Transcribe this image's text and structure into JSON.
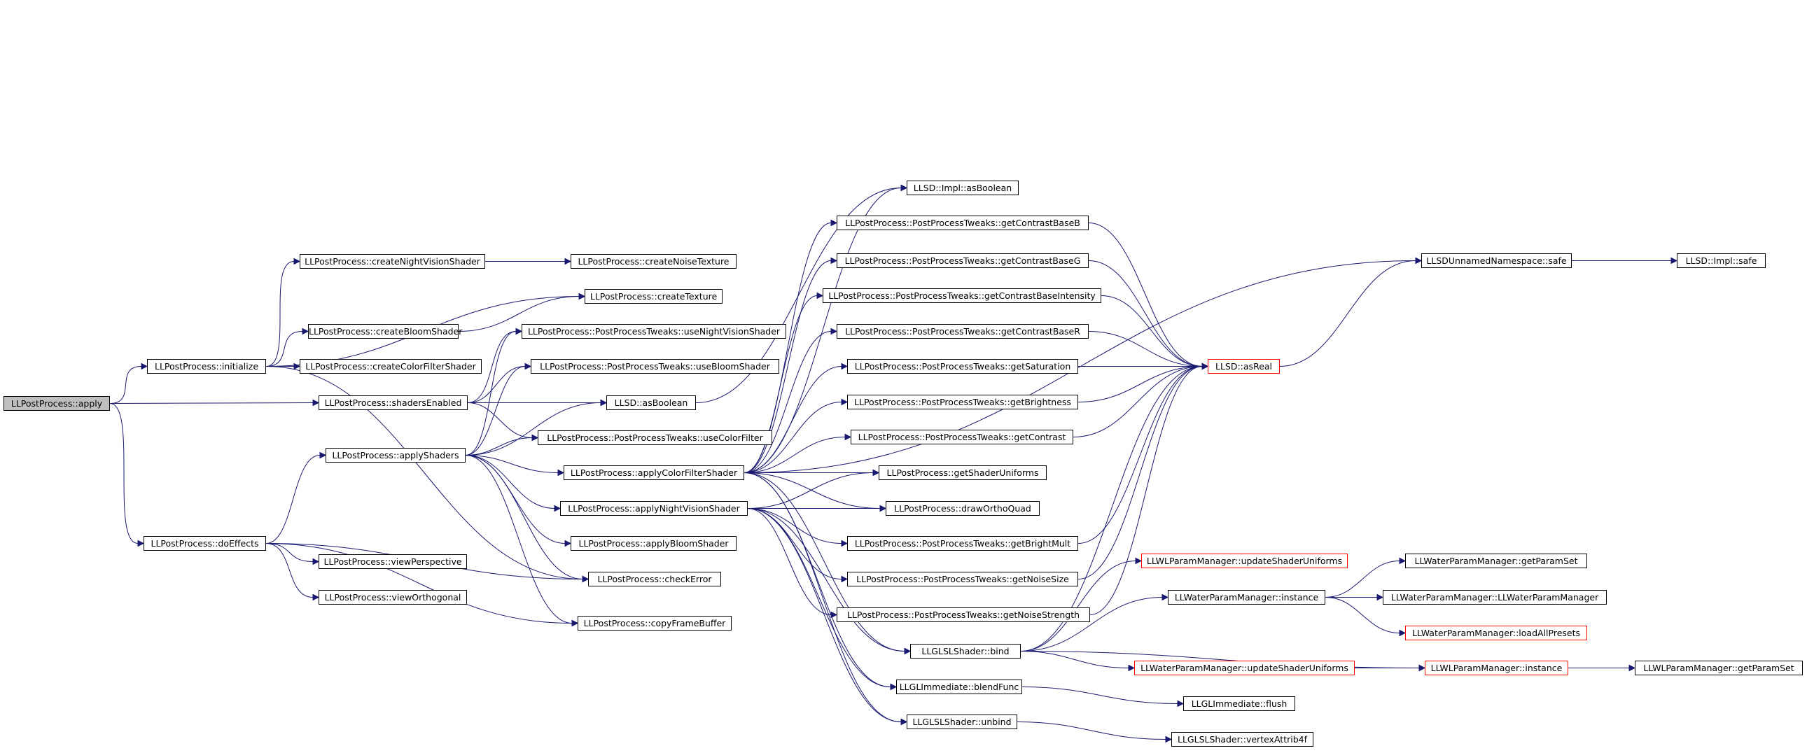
{
  "graph": {
    "edge_color": "#191970",
    "truncated_border_color": "#ff0000",
    "root_fill_color": "#bfbfbf",
    "nodes": [
      {
        "id": "apply",
        "label": "LLPostProcess::apply",
        "root": true
      },
      {
        "id": "initialize",
        "label": "LLPostProcess::initialize"
      },
      {
        "id": "shadersEnabled",
        "label": "LLPostProcess::shadersEnabled"
      },
      {
        "id": "doEffects",
        "label": "LLPostProcess::doEffects"
      },
      {
        "id": "createNightVisionShader",
        "label": "LLPostProcess::createNightVisionShader"
      },
      {
        "id": "createNoiseTexture",
        "label": "LLPostProcess::createNoiseTexture"
      },
      {
        "id": "createTexture",
        "label": "LLPostProcess::createTexture"
      },
      {
        "id": "createBloomShader",
        "label": "LLPostProcess::createBloomShader"
      },
      {
        "id": "createColorFilterShader",
        "label": "LLPostProcess::createColorFilterShader"
      },
      {
        "id": "useNightVisionShader",
        "label": "LLPostProcess::PostProcessTweaks::useNightVisionShader"
      },
      {
        "id": "useBloomShader",
        "label": "LLPostProcess::PostProcessTweaks::useBloomShader"
      },
      {
        "id": "asBoolean",
        "label": "LLSD::asBoolean"
      },
      {
        "id": "useColorFilter",
        "label": "LLPostProcess::PostProcessTweaks::useColorFilter"
      },
      {
        "id": "applyShaders",
        "label": "LLPostProcess::applyShaders"
      },
      {
        "id": "applyColorFilterShader",
        "label": "LLPostProcess::applyColorFilterShader"
      },
      {
        "id": "applyNightVisionShader",
        "label": "LLPostProcess::applyNightVisionShader"
      },
      {
        "id": "applyBloomShader",
        "label": "LLPostProcess::applyBloomShader"
      },
      {
        "id": "checkError",
        "label": "LLPostProcess::checkError"
      },
      {
        "id": "copyFrameBuffer",
        "label": "LLPostProcess::copyFrameBuffer"
      },
      {
        "id": "viewPerspective",
        "label": "LLPostProcess::viewPerspective"
      },
      {
        "id": "viewOrthogonal",
        "label": "LLPostProcess::viewOrthogonal"
      },
      {
        "id": "implAsBoolean",
        "label": "LLSD::Impl::asBoolean"
      },
      {
        "id": "getContrastBaseB",
        "label": "LLPostProcess::PostProcessTweaks::getContrastBaseB"
      },
      {
        "id": "getContrastBaseG",
        "label": "LLPostProcess::PostProcessTweaks::getContrastBaseG"
      },
      {
        "id": "getContrastBaseIntensity",
        "label": "LLPostProcess::PostProcessTweaks::getContrastBaseIntensity"
      },
      {
        "id": "getContrastBaseR",
        "label": "LLPostProcess::PostProcessTweaks::getContrastBaseR"
      },
      {
        "id": "getSaturation",
        "label": "LLPostProcess::PostProcessTweaks::getSaturation"
      },
      {
        "id": "getBrightness",
        "label": "LLPostProcess::PostProcessTweaks::getBrightness"
      },
      {
        "id": "getContrast",
        "label": "LLPostProcess::PostProcessTweaks::getContrast"
      },
      {
        "id": "getShaderUniforms",
        "label": "LLPostProcess::getShaderUniforms"
      },
      {
        "id": "drawOrthoQuad",
        "label": "LLPostProcess::drawOrthoQuad"
      },
      {
        "id": "getBrightMult",
        "label": "LLPostProcess::PostProcessTweaks::getBrightMult"
      },
      {
        "id": "getNoiseSize",
        "label": "LLPostProcess::PostProcessTweaks::getNoiseSize"
      },
      {
        "id": "getNoiseStrength",
        "label": "LLPostProcess::PostProcessTweaks::getNoiseStrength"
      },
      {
        "id": "glslBind",
        "label": "LLGLSLShader::bind"
      },
      {
        "id": "blendFunc",
        "label": "LLGLImmediate::blendFunc"
      },
      {
        "id": "glslUnbind",
        "label": "LLGLSLShader::unbind"
      },
      {
        "id": "asReal",
        "label": "LLSD::asReal",
        "truncated": true
      },
      {
        "id": "safe",
        "label": "LLSDUnnamedNamespace::safe"
      },
      {
        "id": "implSafe",
        "label": "LLSD::Impl::safe"
      },
      {
        "id": "wlUpdateShaderUniforms",
        "label": "LLWLParamManager::updateShaderUniforms",
        "truncated": true
      },
      {
        "id": "waterInstance",
        "label": "LLWaterParamManager::instance"
      },
      {
        "id": "waterUpdateShaderUniforms",
        "label": "LLWaterParamManager::updateShaderUniforms",
        "truncated": true
      },
      {
        "id": "flush",
        "label": "LLGLImmediate::flush"
      },
      {
        "id": "vertexAttrib4f",
        "label": "LLGLSLShader::vertexAttrib4f"
      },
      {
        "id": "getParamSet",
        "label": "LLWaterParamManager::getParamSet"
      },
      {
        "id": "waterCtor",
        "label": "LLWaterParamManager::LLWaterParamManager"
      },
      {
        "id": "loadAllPresets",
        "label": "LLWaterParamManager::loadAllPresets",
        "truncated": true
      },
      {
        "id": "wlInstance",
        "label": "LLWLParamManager::instance",
        "truncated": true
      },
      {
        "id": "wlGetParamSet",
        "label": "LLWLParamManager::getParamSet"
      }
    ],
    "edges": [
      [
        "apply",
        "initialize"
      ],
      [
        "apply",
        "shadersEnabled"
      ],
      [
        "apply",
        "doEffects"
      ],
      [
        "initialize",
        "createNightVisionShader"
      ],
      [
        "initialize",
        "createTexture"
      ],
      [
        "initialize",
        "createBloomShader"
      ],
      [
        "initialize",
        "createColorFilterShader"
      ],
      [
        "initialize",
        "checkError"
      ],
      [
        "createNightVisionShader",
        "createNoiseTexture"
      ],
      [
        "createBloomShader",
        "createTexture"
      ],
      [
        "shadersEnabled",
        "useNightVisionShader"
      ],
      [
        "shadersEnabled",
        "useBloomShader"
      ],
      [
        "shadersEnabled",
        "asBoolean"
      ],
      [
        "shadersEnabled",
        "useColorFilter"
      ],
      [
        "doEffects",
        "applyShaders"
      ],
      [
        "doEffects",
        "checkError"
      ],
      [
        "doEffects",
        "viewPerspective"
      ],
      [
        "doEffects",
        "viewOrthogonal"
      ],
      [
        "doEffects",
        "copyFrameBuffer"
      ],
      [
        "applyShaders",
        "useNightVisionShader"
      ],
      [
        "applyShaders",
        "useBloomShader"
      ],
      [
        "applyShaders",
        "asBoolean"
      ],
      [
        "applyShaders",
        "useColorFilter"
      ],
      [
        "applyShaders",
        "applyColorFilterShader"
      ],
      [
        "applyShaders",
        "applyNightVisionShader"
      ],
      [
        "applyShaders",
        "applyBloomShader"
      ],
      [
        "applyShaders",
        "checkError"
      ],
      [
        "applyShaders",
        "copyFrameBuffer"
      ],
      [
        "asBoolean",
        "implAsBoolean"
      ],
      [
        "applyColorFilterShader",
        "implAsBoolean"
      ],
      [
        "applyColorFilterShader",
        "getContrastBaseB"
      ],
      [
        "applyColorFilterShader",
        "getContrastBaseG"
      ],
      [
        "applyColorFilterShader",
        "getContrastBaseIntensity"
      ],
      [
        "applyColorFilterShader",
        "getContrastBaseR"
      ],
      [
        "applyColorFilterShader",
        "getSaturation"
      ],
      [
        "applyColorFilterShader",
        "getBrightness"
      ],
      [
        "applyColorFilterShader",
        "getContrast"
      ],
      [
        "applyColorFilterShader",
        "getShaderUniforms"
      ],
      [
        "applyColorFilterShader",
        "drawOrthoQuad"
      ],
      [
        "applyColorFilterShader",
        "glslBind"
      ],
      [
        "applyColorFilterShader",
        "blendFunc"
      ],
      [
        "applyColorFilterShader",
        "glslUnbind"
      ],
      [
        "applyColorFilterShader",
        "safe"
      ],
      [
        "applyNightVisionShader",
        "getShaderUniforms"
      ],
      [
        "applyNightVisionShader",
        "drawOrthoQuad"
      ],
      [
        "applyNightVisionShader",
        "getBrightMult"
      ],
      [
        "applyNightVisionShader",
        "getNoiseSize"
      ],
      [
        "applyNightVisionShader",
        "getNoiseStrength"
      ],
      [
        "applyNightVisionShader",
        "glslBind"
      ],
      [
        "applyNightVisionShader",
        "blendFunc"
      ],
      [
        "applyNightVisionShader",
        "glslUnbind"
      ],
      [
        "getContrastBaseB",
        "asReal"
      ],
      [
        "getContrastBaseG",
        "asReal"
      ],
      [
        "getContrastBaseIntensity",
        "asReal"
      ],
      [
        "getContrastBaseR",
        "asReal"
      ],
      [
        "getSaturation",
        "asReal"
      ],
      [
        "getBrightness",
        "asReal"
      ],
      [
        "getContrast",
        "asReal"
      ],
      [
        "getBrightMult",
        "asReal"
      ],
      [
        "getNoiseSize",
        "asReal"
      ],
      [
        "getNoiseStrength",
        "asReal"
      ],
      [
        "glslBind",
        "asReal"
      ],
      [
        "asReal",
        "safe"
      ],
      [
        "safe",
        "implSafe"
      ],
      [
        "glslBind",
        "wlUpdateShaderUniforms"
      ],
      [
        "glslBind",
        "waterInstance"
      ],
      [
        "glslBind",
        "waterUpdateShaderUniforms"
      ],
      [
        "glslBind",
        "wlInstance"
      ],
      [
        "waterInstance",
        "getParamSet"
      ],
      [
        "waterInstance",
        "waterCtor"
      ],
      [
        "waterInstance",
        "loadAllPresets"
      ],
      [
        "waterUpdateShaderUniforms",
        "wlInstance"
      ],
      [
        "wlInstance",
        "wlGetParamSet"
      ],
      [
        "blendFunc",
        "flush"
      ],
      [
        "glslUnbind",
        "vertexAttrib4f"
      ]
    ]
  }
}
